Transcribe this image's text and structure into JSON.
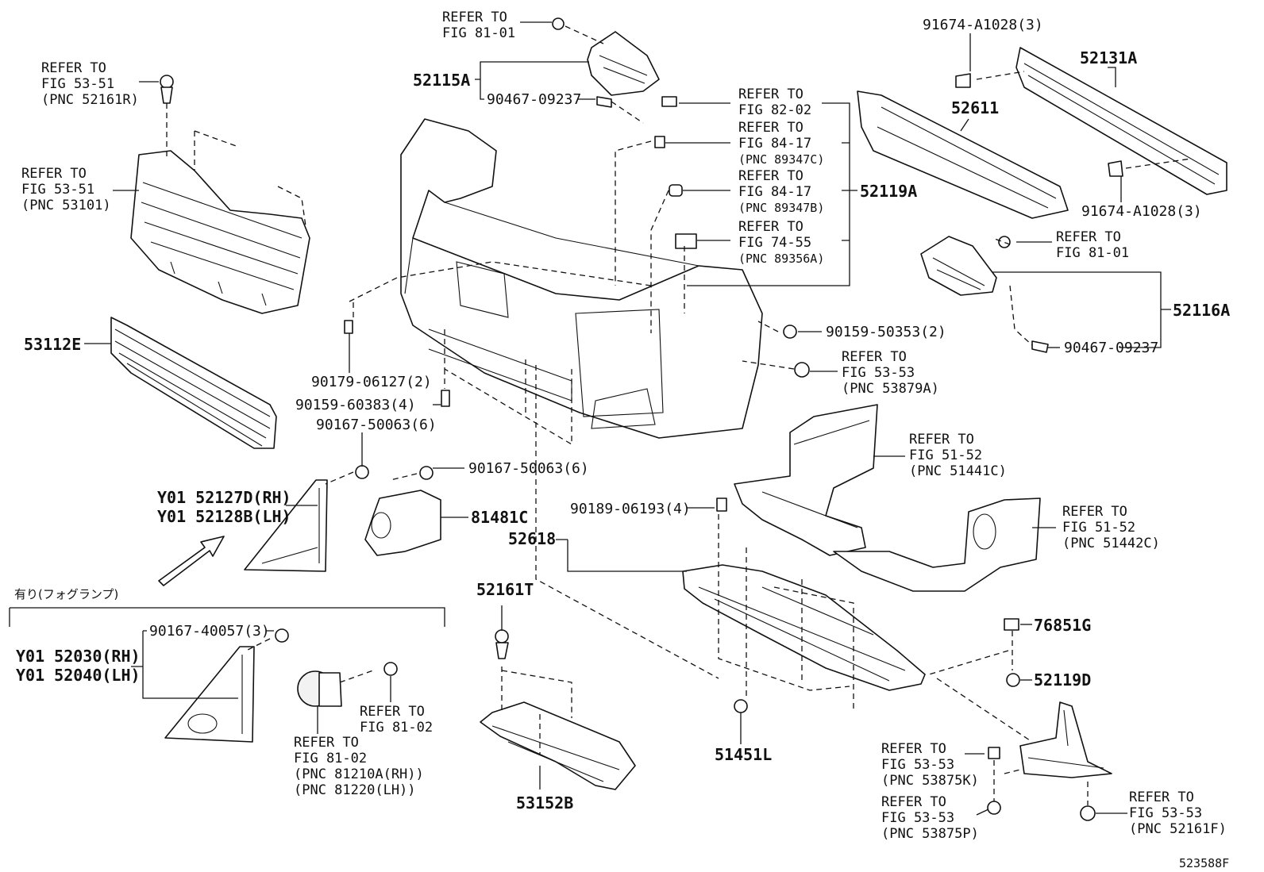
{
  "diagram_id": "523588F",
  "fog_lamp_note": "有り(フォグランプ)",
  "labels": {
    "p52115A": "52115A",
    "p90467_top": "90467-09237",
    "p52161R_ref": [
      "REFER TO",
      "FIG 53-51",
      "(PNC 52161R)"
    ],
    "p53101_ref": [
      "REFER TO",
      "FIG 53-51",
      "(PNC 53101)"
    ],
    "p81_01_top_ref": [
      "REFER TO",
      "FIG 81-01"
    ],
    "p53112E": "53112E",
    "p82_02_ref": [
      "REFER TO",
      "FIG 82-02"
    ],
    "p89347C_ref": [
      "REFER TO",
      "FIG 84-17",
      "(PNC 89347C)"
    ],
    "p89347B_ref": [
      "REFER TO",
      "FIG 84-17",
      "(PNC 89347B)"
    ],
    "p89356A_ref": [
      "REFER TO",
      "FIG 74-55",
      "(PNC 89356A)"
    ],
    "p52119A": "52119A",
    "p91674_top": "91674-A1028(3)",
    "p52131A": "52131A",
    "p52611": "52611",
    "p91674_mid": "91674-A1028(3)",
    "p81_01_right_ref": [
      "REFER TO",
      "FIG 81-01"
    ],
    "p52116A": "52116A",
    "p90467_right": "90467-09237",
    "p90159_50353": "90159-50353(2)",
    "p53879A_ref": [
      "REFER TO",
      "FIG 53-53",
      "(PNC 53879A)"
    ],
    "p90179": "90179-06127(2)",
    "p90159_60383": "90159-60383(4)",
    "p90167_left": "90167-50063(6)",
    "p90167_mid": "90167-50063(6)",
    "p52127D": "Y01 52127D(RH)",
    "p52128B": "Y01 52128B(LH)",
    "p81481C": "81481C",
    "p51441C_ref": [
      "REFER TO",
      "FIG 51-52",
      "(PNC 51441C)"
    ],
    "p90189": "90189-06193(4)",
    "p52618": "52618",
    "p51442C_ref": [
      "REFER TO",
      "FIG 51-52",
      "(PNC 51442C)"
    ],
    "p52161T": "52161T",
    "p76851G": "76851G",
    "p90167_40057": "90167-40057(3)",
    "p52030": "Y01 52030(RH)",
    "p52040": "Y01 52040(LH)",
    "p52119D": "52119D",
    "p81_02_a_ref": [
      "REFER TO",
      "FIG 81-02"
    ],
    "p81210A_ref": [
      "REFER TO",
      "FIG 81-02",
      "(PNC 81210A(RH))",
      "(PNC 81220(LH))"
    ],
    "p51451L": "51451L",
    "p53875K_ref": [
      "REFER TO",
      "FIG 53-53",
      "(PNC 53875K)"
    ],
    "p53152B": "53152B",
    "p53875P_ref": [
      "REFER TO",
      "FIG 53-53",
      "(PNC 53875P)"
    ],
    "p52161F_ref": [
      "REFER TO",
      "FIG 53-53",
      "(PNC 52161F)"
    ]
  }
}
